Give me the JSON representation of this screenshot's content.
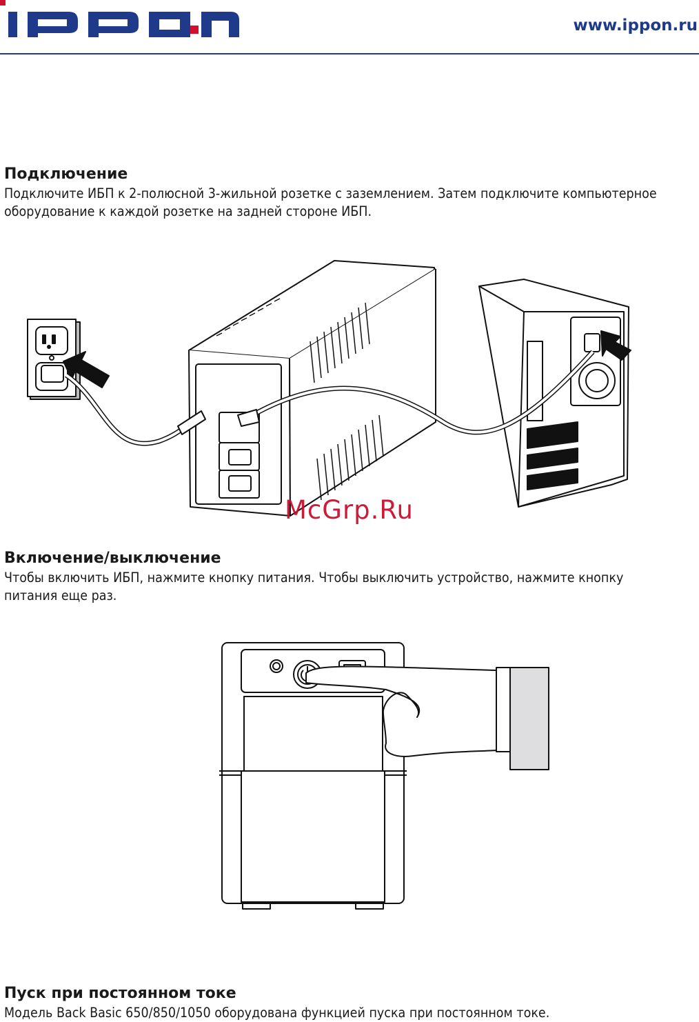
{
  "header": {
    "logo_text": "IPPON",
    "url": "www.ippon.ru",
    "brand_blue": "#1f3a8a",
    "brand_red": "#d0102c"
  },
  "sections": [
    {
      "title": "Подключение",
      "lines": [
        "Подключите ИБП к 2-полюсной 3-жильной розетке с заземлением. Затем подключите компьютерное",
        "оборудование к каждой розетке на задней стороне ИБП."
      ]
    },
    {
      "title": "Включение/выключение",
      "lines": [
        "Чтобы включить ИБП, нажмите кнопку питания. Чтобы выключить устройство, нажмите кнопку",
        "питания еще раз."
      ]
    },
    {
      "title": "Пуск при постоянном токе",
      "lines": [
        "Модель Back Basic 650/850/1050 оборудована функцией пуска при постоянном токе."
      ]
    }
  ],
  "watermark": "McGrp.Ru",
  "illustrations": {
    "connection": "ups-connection-illustration",
    "power": "ups-power-button-illustration"
  }
}
